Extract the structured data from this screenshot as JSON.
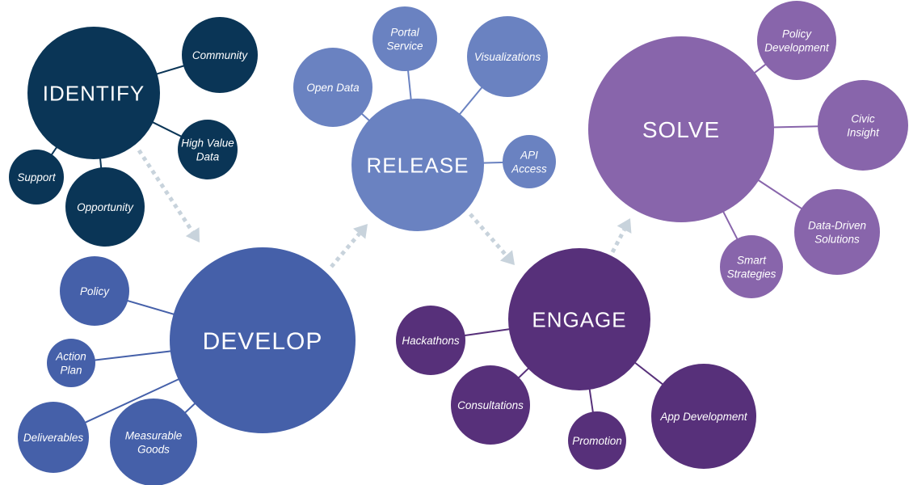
{
  "diagram": {
    "title": "",
    "arrow_color": "#c8d3dc",
    "hubs": [
      {
        "id": "identify",
        "label": "IDENTIFY",
        "color": "#0a3556",
        "children": [
          "Community",
          "High Value Data",
          "Opportunity",
          "Support"
        ]
      },
      {
        "id": "develop",
        "label": "DEVELOP",
        "color": "#4560a9",
        "children": [
          "Policy",
          "Action Plan",
          "Deliverables",
          "Measurable Goods"
        ]
      },
      {
        "id": "release",
        "label": "RELEASE",
        "color": "#6a82c1",
        "children": [
          "Open Data",
          "Portal Service",
          "Visualizations",
          "API Access"
        ]
      },
      {
        "id": "engage",
        "label": "ENGAGE",
        "color": "#57307a",
        "children": [
          "Hackathons",
          "Consultations",
          "Promotion",
          "App Development"
        ]
      },
      {
        "id": "solve",
        "label": "SOLVE",
        "color": "#8865ab",
        "children": [
          "Policy Development",
          "Civic Insight",
          "Data-Driven Solutions",
          "Smart Strategies"
        ]
      }
    ],
    "flow": [
      {
        "from": "identify",
        "to": "develop"
      },
      {
        "from": "develop",
        "to": "release"
      },
      {
        "from": "release",
        "to": "engage"
      },
      {
        "from": "engage",
        "to": "solve"
      }
    ]
  }
}
